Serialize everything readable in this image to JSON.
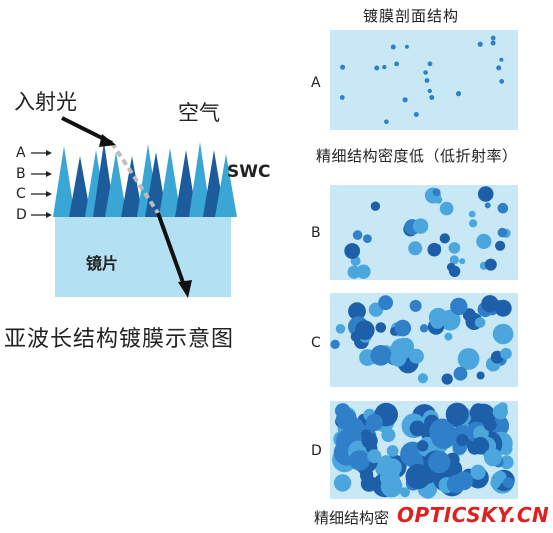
{
  "left": {
    "incident_label": "入射光",
    "air_label": "空气",
    "lens_label": "镜片",
    "swc_label": "SWC",
    "caption": "亚波长结构镀膜示意图",
    "level_labels": [
      "A",
      "B",
      "C",
      "D"
    ]
  },
  "right": {
    "title": "镀膜剖面结构",
    "panel_labels": [
      "A",
      "B",
      "C",
      "D"
    ],
    "low_density_caption": "精细结构密度低（低折射率）",
    "bottom_caption_partial": "精细结构密",
    "watermark": "OPTICSKY.CN"
  },
  "colors": {
    "panel_bg": "#c9e8f5",
    "lens_bg": "#b3e0f2",
    "dot_dark": "#1d5fa8",
    "dot_mid": "#2f7fc9",
    "dot_light": "#4aa6dc",
    "spike_dark": "#1c5c9c",
    "spike_light": "#3aa6d6",
    "watermark_red": "#e02020"
  }
}
